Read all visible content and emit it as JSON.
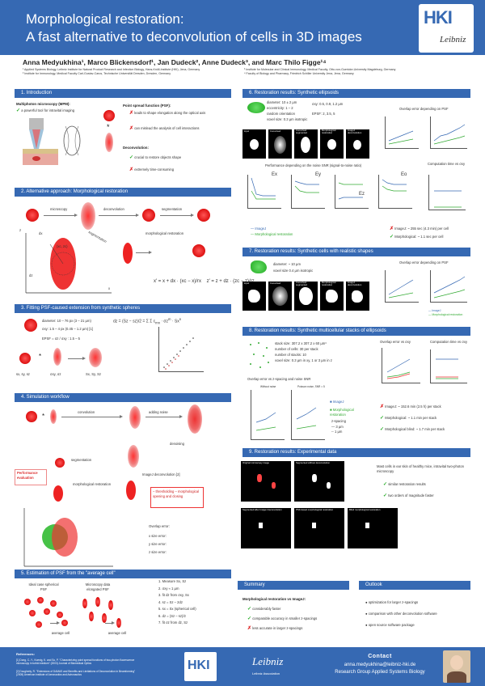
{
  "title": {
    "line1": "Morphological restoration:",
    "line2": "A fast alternative to deconvolution of cells in 3D images"
  },
  "logo": {
    "hki": "HKI",
    "leibniz": "Leibniz"
  },
  "authors": "Anna Medyukhina¹, Marco Blickensdorf¹, Jan Dudeck², Anne Dudeck³, and Marc Thilo Figge¹⁴",
  "affiliations": [
    "¹ Applied Systems Biology, Leibniz Institute for Natural Product Research and Infection Biology, Hans-Knöll-Institute (HKI), Jena, Germany",
    "² Institute for Immunology, Medical Faculty Carl-Gustav-Carus, Technische Universität Dresden, Dresden, Germany",
    "³ Institute for Molecular and Clinical Immunology, Medical Faculty, Otto-von-Guericke-University Magdeburg, Germany",
    "⁴ Faculty of Biology and Pharmacy, Friedrich Schiller University Jena, Jena, Germany"
  ],
  "sections": {
    "s1": "1. Introduction",
    "s2": "2. Alternative approach: Morphological restoration",
    "s3": "3. Fitting PSF-caused extension from synthetic spheres",
    "s4": "4. Simulation workflow",
    "s5": "5. Estimation of PSF from the \"average cell\"",
    "s6": "6. Restoration results: Synthetic ellipsoids",
    "s7": "7. Restoration results: Synthetic cells with realistic shapes",
    "s8": "8. Restoration results: Synthetic multicellular stacks of ellipsoids",
    "s9": "9. Restoration results: Experimental data",
    "summary": "Summary",
    "outlook": "Outlook"
  },
  "intro": {
    "mpm": "Multiphoton microscopy (MPM):",
    "mpm_item": "a powerful tool for intravital imaging",
    "psf": "Point spread function (PSF):",
    "psf_items": [
      "leads to shape elongation along the optical axis",
      "can mislead the analysis of cell interactions"
    ],
    "deconv": "Deconvolution:",
    "deconv_items": [
      "crucial to restore objects shape",
      "extremely time-consuming"
    ]
  },
  "alt": {
    "microscopy": "microscopy",
    "deconvolution": "deconvolution",
    "segmentation": "segmentation",
    "segmentation2": "segmentation",
    "morph": "morphological restoration",
    "dx": "dx",
    "dz": "dz",
    "xc": "(xc, zc)",
    "z": "z",
    "x": "x"
  },
  "fit": {
    "diameter": "diameter: 10 – 76 px (3 – 21 µm)",
    "sigma": "σxy: 1.5 – 4 px (0.45 – 1.2 µm) [1]",
    "epsf": "EPSF = σz / σxy : 1.5 – 5",
    "labels": [
      "sx, sy, sz",
      "σxy, σz",
      "Sx, Sy, Sz"
    ]
  },
  "workflow": {
    "convolution": "convolution",
    "noise": "adding noise",
    "denoising": "denoising",
    "imagej": "ImageJ deconvolution [2]",
    "segmentation": "segmentation",
    "morph": "morphological restoration",
    "perf": "Performance evaluation",
    "thresh": "– thresholding – morphological opening and closing",
    "errors": [
      "Overlap error:",
      "x size error:",
      "y size error:",
      "z size error:"
    ]
  },
  "psf_est": {
    "ideal": "Ideal case spherical PSF",
    "micro": "Microscopy data elongated PSF",
    "avg1": "average cell",
    "avg2": "average cell",
    "steps": [
      "1. Measure Sx, Sz",
      "2. σxy ≈ 1 µm",
      "3. fit dz from σxy, Sx",
      "4. sz = Sz – 2dz",
      "5. sx = Sx (spherical cell)",
      "6. dz = (Sz – sz)/2",
      "7. fit σz from dz, Sz"
    ]
  },
  "ell": {
    "diameter": "diameter: 10 ± 2 µm",
    "ecc": "eccentricity: 1 – 2",
    "orient": "random orientation",
    "voxel": "voxel size: 0.3 µm isotropic",
    "sigma": "σxy: 0.5, 0.9, 1.2 µm",
    "epsf": "EPSF: 2, 3.5, 5",
    "imgs": [
      "input",
      "Convolved",
      "Convolved segmented",
      "Morphological restoration",
      "ImageJ deconvolution"
    ],
    "overlap": "Overlap error depending on PSF",
    "snr": "Performance depending on the noise SNR (signal-to-noise ratio)",
    "time": "Computation time vs σxy",
    "ex": "Ex",
    "ey": "Ey",
    "ez": "Ez",
    "eo": "Eo",
    "legend": [
      "ImageJ",
      "Morphological restoration"
    ],
    "imagej_time": "ImageJ: ~ 255 sec (4.3 min) per cell",
    "morph_time": "Morphological: ~ 1.1 sec per cell"
  },
  "real": {
    "diameter": "diameter: ~ 10 µm",
    "voxel": "voxel size 0.4 µm isotropic",
    "overlap": "Overlap error depending on PSF",
    "imgs": [
      "input",
      "Convolved",
      "Convolved segmented",
      "Morphological restoration",
      "ImageJ deconvolution"
    ],
    "legend": [
      "ImageJ",
      "Morphological restoration"
    ]
  },
  "stack": {
    "size": "stack size: 307.2 x 307.2 x 60 µm³",
    "cells": "number of cells: 30 per stack",
    "stacks": "number of stacks: 10",
    "voxel": "voxel size: 0.3 µm in xy, 1 or 3 µm in z",
    "overlap": "Overlap error vs σxy",
    "time": "Computation time vs σxy",
    "noise": "Overlap error vs z-spacing and noise SNR",
    "without": "Without noise",
    "with": "Poisson noise, SNR = 5",
    "legend": [
      "ImageJ",
      "Morphological restoration"
    ],
    "zspacing": "z-spacing",
    "z3": "3 µm",
    "z1": "1 µm",
    "times": [
      "ImageJ: ~ 152.6 min (2.5 h) per stack",
      "Morphological: ~ 1.1 min per stack",
      "Morphological blind: ~ 1.7 min per stack"
    ]
  },
  "exp": {
    "desc": "Mast cells in ear skin of healthy mice, intravital two-photon microscopy",
    "similar": "similar restoration results",
    "faster": "two orders of magnitude faster",
    "imgs": [
      "Original microscopy image",
      "Segmented without deconvolution",
      "Segmented after ImageJ deconvolution",
      "PSF-based morphological restoration",
      "Blind morphological restoration"
    ]
  },
  "summary": {
    "title": "Morphological restoration vs ImageJ:",
    "items": [
      "considerably faster",
      "comparable accuracy in smaller z-spacings",
      "less accurate in larger z-spacings"
    ]
  },
  "outlook": {
    "items": [
      "optimization for larger z-spacings",
      "comparison with other deconvolution software",
      "open source software package"
    ]
  },
  "refs": {
    "title": "References:",
    "items": [
      "[1] Dong, C.-Y., Koenig, K. and So, P. \"Characterizing point spread functions of two-photon fluorescence microscopy in turbid medium\" (2003) Journal of Biomedical Optics",
      "[2] Dougherty, R. \"Extensions of DAMAS and Benefits and Limitations of Deconvolution in Beamforming\" (2005) American Institute of Aeronautics and Astronautics"
    ]
  },
  "contact": {
    "title": "Contact",
    "email": "anna.medyukhina@leibniz-hki.de",
    "group": "Research Group Applied Systems Biology",
    "leibniz": "Leibniz",
    "assoc": "Leibniz Association"
  }
}
